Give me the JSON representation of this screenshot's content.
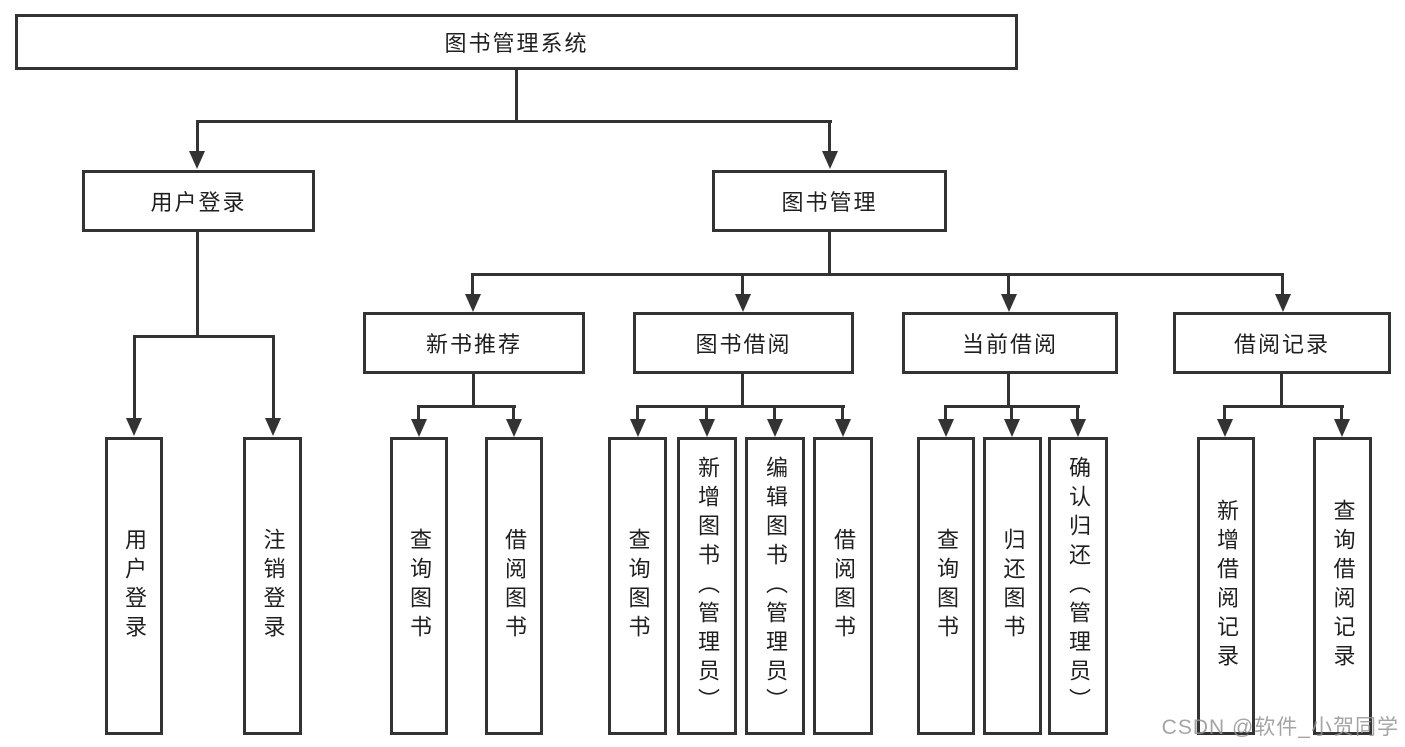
{
  "diagram": {
    "type": "hierarchy-tree",
    "colors": {
      "background": "#ffffff",
      "line": "#333333",
      "box_border": "#333333",
      "box_fill": "#ffffff",
      "text": "#1f1f1f",
      "watermark": "#949494"
    },
    "nodes": {
      "root": {
        "label": "图书管理系统"
      },
      "user_login": {
        "label": "用户登录"
      },
      "book_management": {
        "label": "图书管理"
      },
      "new_book_recommend": {
        "label": "新书推荐"
      },
      "book_borrowing": {
        "label": "图书借阅"
      },
      "current_borrowing": {
        "label": "当前借阅"
      },
      "borrowing_records": {
        "label": "借阅记录"
      },
      "leaf_user_login": {
        "label": "用户登录"
      },
      "leaf_logout": {
        "label": "注销登录"
      },
      "leaf_nbr_query_book": {
        "label": "查询图书"
      },
      "leaf_nbr_borrow_book": {
        "label": "借阅图书"
      },
      "leaf_bb_query_book": {
        "label": "查询图书"
      },
      "leaf_bb_add_book": {
        "label": "新增图书（管理员）"
      },
      "leaf_bb_edit_book": {
        "label": "编辑图书（管理员）"
      },
      "leaf_bb_borrow_book": {
        "label": "借阅图书"
      },
      "leaf_cb_query_book": {
        "label": "查询图书"
      },
      "leaf_cb_return_book": {
        "label": "归还图书"
      },
      "leaf_cb_confirm_return": {
        "label": "确认归还（管理员）"
      },
      "leaf_br_add_record": {
        "label": "新增借阅记录"
      },
      "leaf_br_query_record": {
        "label": "查询借阅记录"
      }
    },
    "hierarchy": {
      "图书管理系统": {
        "用户登录": [
          "用户登录",
          "注销登录"
        ],
        "图书管理": {
          "新书推荐": [
            "查询图书",
            "借阅图书"
          ],
          "图书借阅": [
            "查询图书",
            "新增图书（管理员）",
            "编辑图书（管理员）",
            "借阅图书"
          ],
          "当前借阅": [
            "查询图书",
            "归还图书",
            "确认归还（管理员）"
          ],
          "借阅记录": [
            "新增借阅记录",
            "查询借阅记录"
          ]
        }
      }
    }
  },
  "watermark": {
    "text": "CSDN @软件_小贺同学"
  }
}
